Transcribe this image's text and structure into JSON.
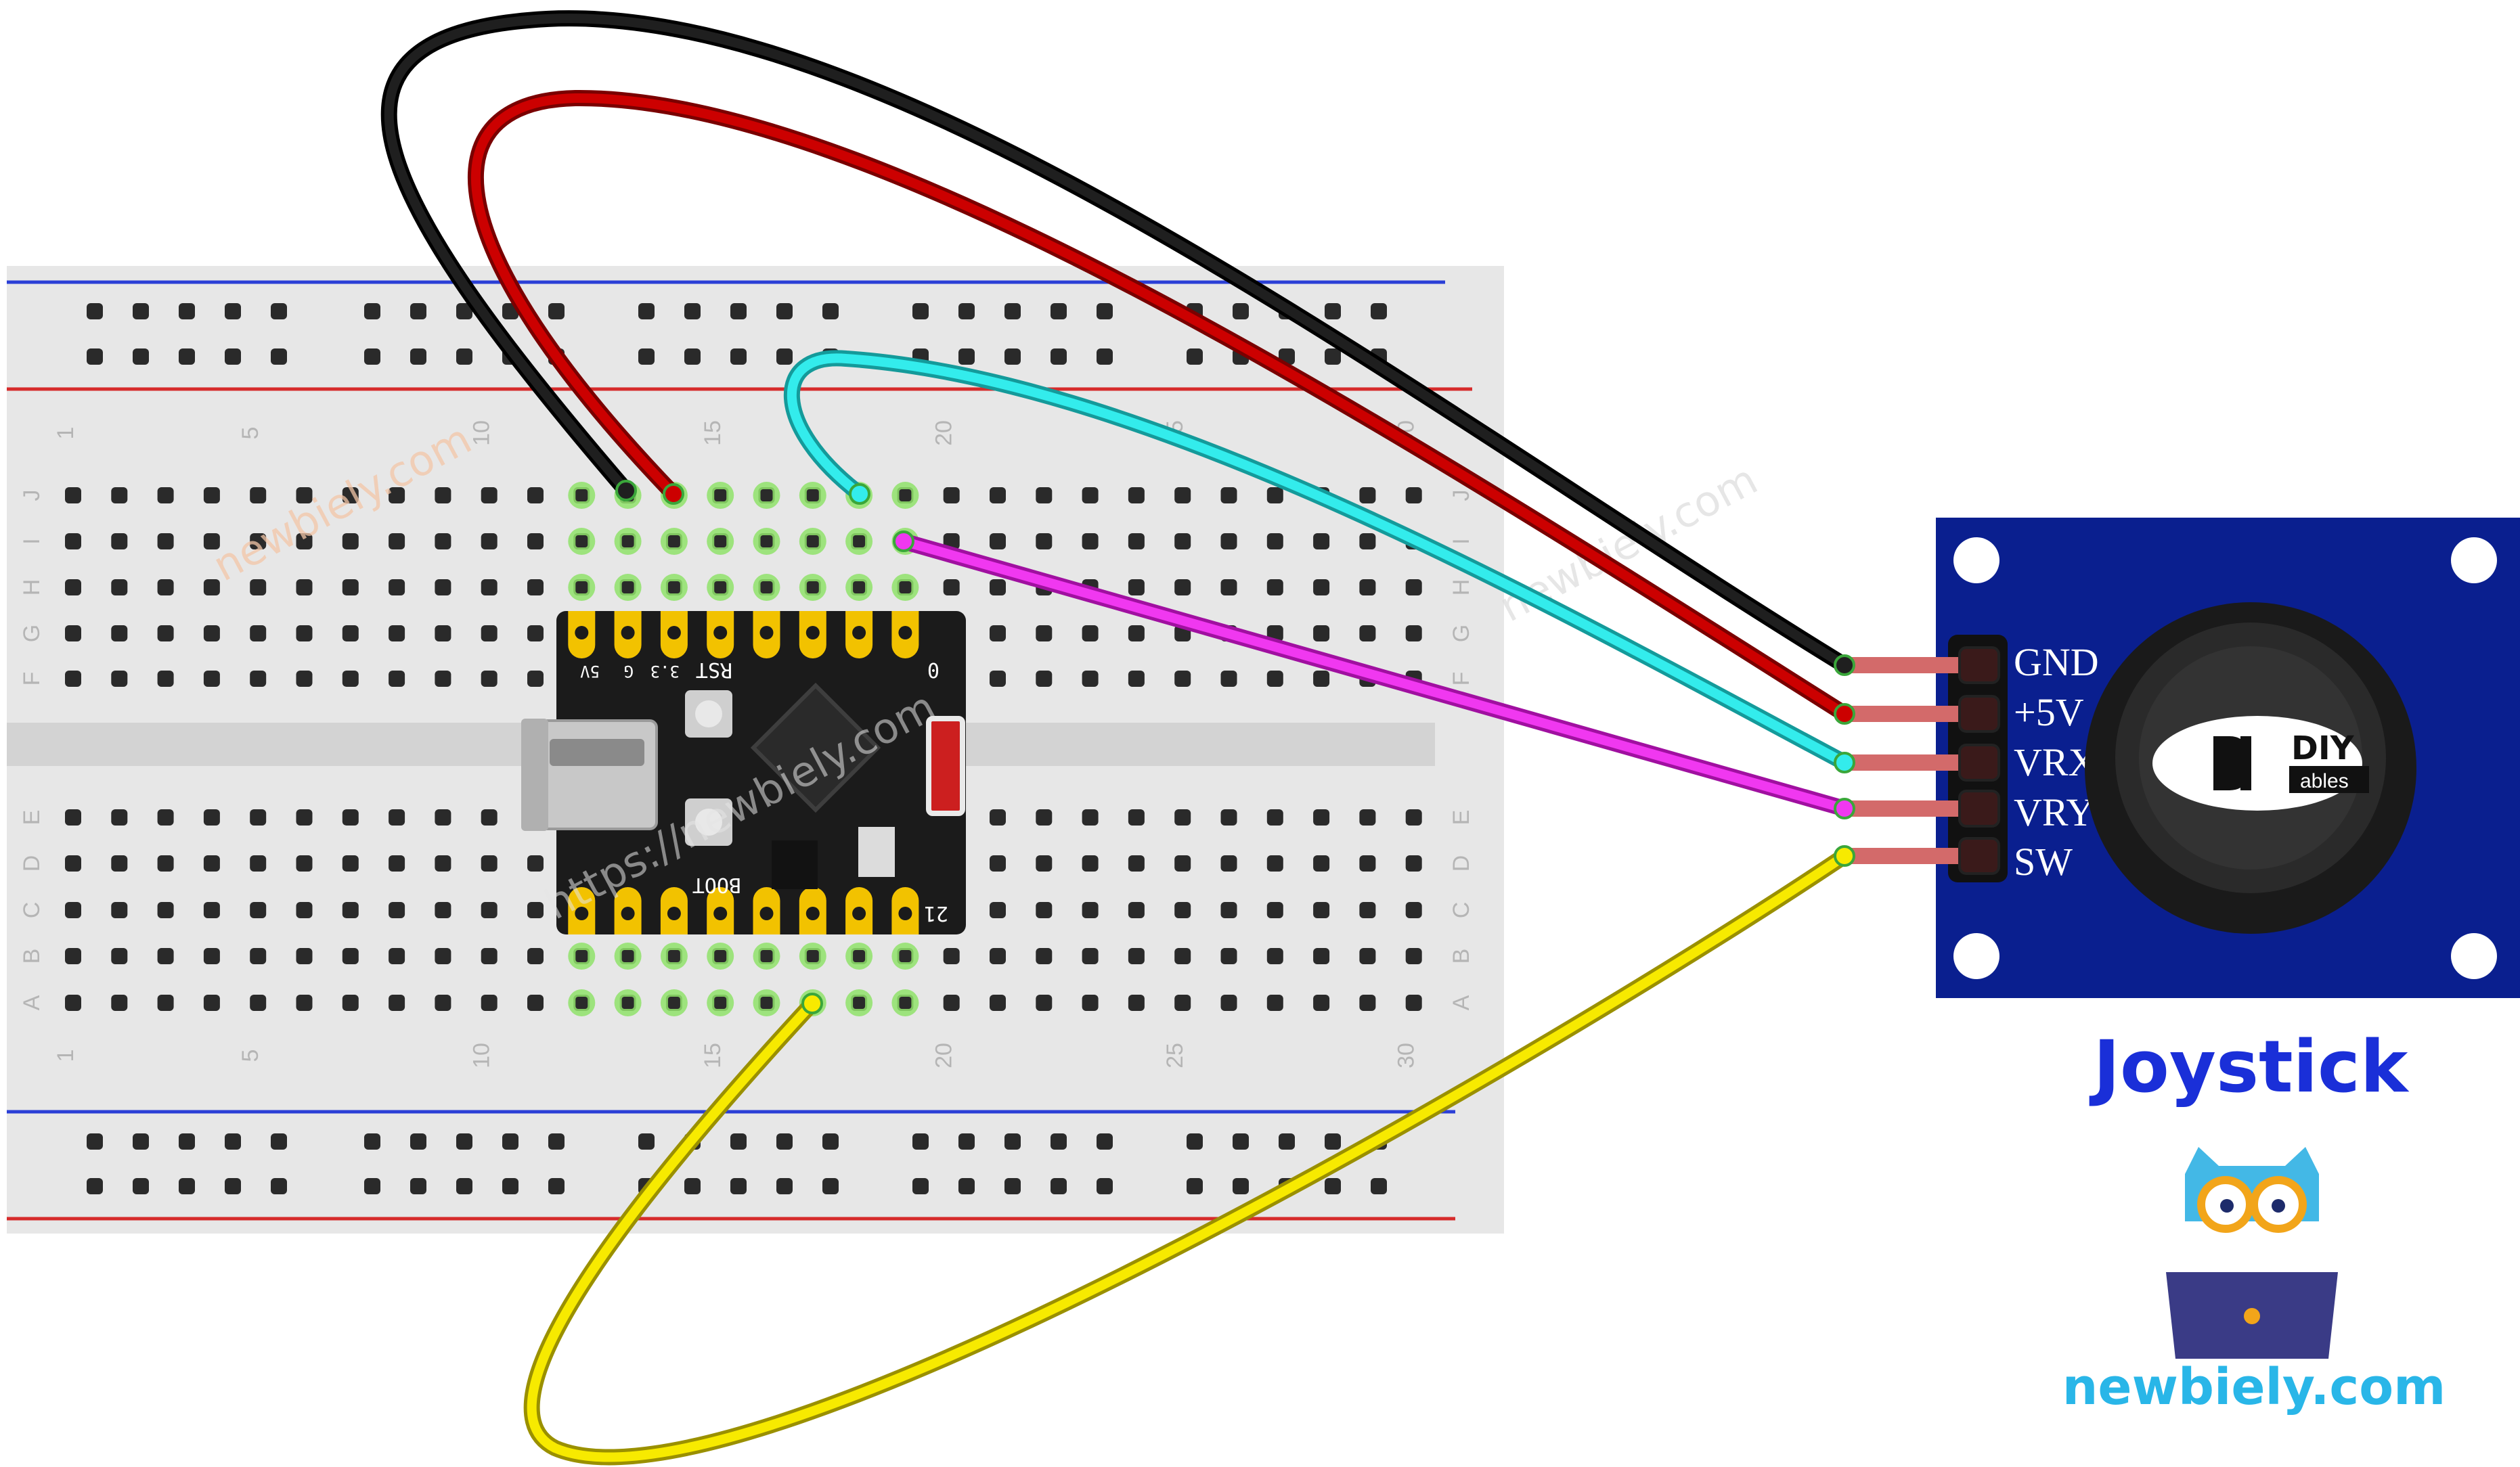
{
  "breadcrumb_note": "",
  "breadboard": {
    "column_numbers": [
      "1",
      "5",
      "10",
      "15",
      "20",
      "25",
      "30"
    ],
    "row_letters_top": [
      "J",
      "I",
      "H",
      "G",
      "F"
    ],
    "row_letters_bottom": [
      "E",
      "D",
      "C",
      "B",
      "A"
    ]
  },
  "board": {
    "top_labels": [
      "5V",
      "G",
      "3.3",
      "RST",
      "0"
    ],
    "bottom_labels": [
      "BOOT",
      "21"
    ]
  },
  "joystick": {
    "pins": [
      "GND",
      "+5V",
      "VRX",
      "VRY",
      "SW"
    ],
    "logo_text_top": "DIY",
    "logo_text_bottom": "ables",
    "title": "Joystick"
  },
  "watermarks": [
    "newbiely.com",
    "https://newbiely.com",
    "newbiely.com"
  ],
  "brand": {
    "text": "newbiely.com"
  },
  "colors": {
    "breadboard": "#e6e6e6",
    "rail_blue": "#2b3fd6",
    "rail_red": "#d62b2b",
    "wire_black": "#1a1a1a",
    "wire_red": "#c40000",
    "wire_cyan": "#2ee6e6",
    "wire_magenta": "#f030f0",
    "wire_yellow": "#f2e400",
    "module_blue": "#0a1f8f",
    "title_blue": "#1a2fd8",
    "brand_cyan": "#29b6e8"
  }
}
